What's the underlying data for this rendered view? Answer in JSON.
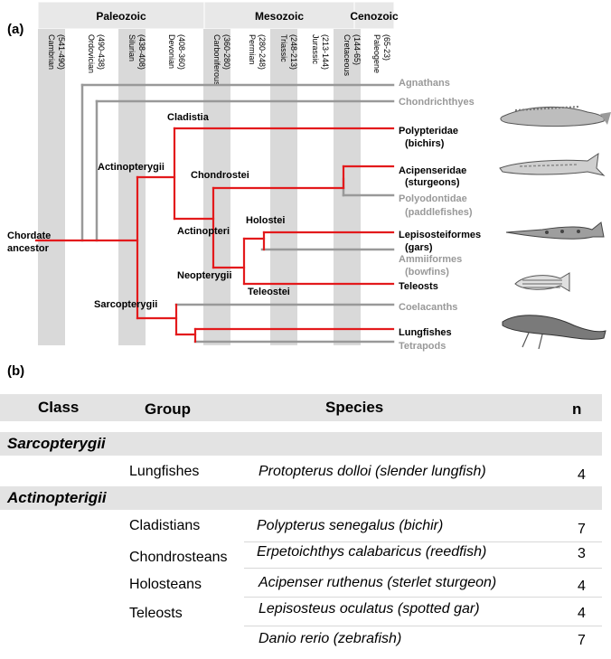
{
  "panel_a_label": "(a)",
  "panel_b_label": "(b)",
  "eras": [
    "Paleozoic",
    "Mesozoic",
    "Cenozoic"
  ],
  "periods": [
    {
      "name": "Cambrian",
      "range": "(541-490)"
    },
    {
      "name": "Ordovician",
      "range": "(490-438)"
    },
    {
      "name": "Silurian",
      "range": "(438-408)"
    },
    {
      "name": "Devonian",
      "range": "(408-360)"
    },
    {
      "name": "Carboniferous",
      "range": "(360-280)"
    },
    {
      "name": "Permian",
      "range": "(280-248)"
    },
    {
      "name": "Triassic",
      "range": "(248-213)"
    },
    {
      "name": "Jurassic",
      "range": "(213-144)"
    },
    {
      "name": "Cretaceous",
      "range": "(144-65)"
    },
    {
      "name": "Paleogene",
      "range": "(65-23)"
    }
  ],
  "root_label": "Chordate ancestor",
  "node_labels": {
    "cladistia": "Cladistia",
    "actinopterygii": "Actinopterygii",
    "chondrostei": "Chondrostei",
    "actinopteri": "Actinopteri",
    "holostei": "Holostei",
    "neopterygii": "Neopterygii",
    "teleostei": "Teleostei",
    "sarcopterygii": "Sarcopterygii"
  },
  "taxa": [
    {
      "key": "agnathans",
      "label": "Agnathans",
      "highlight": false
    },
    {
      "key": "chondrichthyes",
      "label": "Chondrichthyes",
      "highlight": false
    },
    {
      "key": "polypteridae",
      "label": "Polypteridae",
      "sub": "(bichirs)",
      "highlight": true
    },
    {
      "key": "acipenseridae",
      "label": "Acipenseridae",
      "sub": "(sturgeons)",
      "highlight": true
    },
    {
      "key": "polyodontidae",
      "label": "Polyodontidae",
      "sub": "(paddlefishes)",
      "highlight": false
    },
    {
      "key": "lepisosteiformes",
      "label": "Lepisosteiformes",
      "sub": "(gars)",
      "highlight": true
    },
    {
      "key": "ammiiformes",
      "label": "Ammiiformes",
      "sub": "(bowfins)",
      "highlight": false
    },
    {
      "key": "teleosts",
      "label": "Teleosts",
      "highlight": true
    },
    {
      "key": "coelacanths",
      "label": "Coelacanths",
      "highlight": false
    },
    {
      "key": "lungfishes",
      "label": "Lungfishes",
      "highlight": true
    },
    {
      "key": "tetrapods",
      "label": "Tetrapods",
      "highlight": false
    }
  ],
  "colors": {
    "highlight": "#e31a1c",
    "gray": "#999999",
    "band": "#d9d9d9",
    "header": "#e8e8e8"
  },
  "table": {
    "headers": {
      "class": "Class",
      "group": "Group",
      "species": "Species",
      "n": "n"
    },
    "sarco_class": "Sarcopterygii",
    "actino_class": "Actinopterigii",
    "rows": [
      {
        "group": "Lungfishes",
        "species": "Protopterus dolloi (slender lungfish)",
        "n": "4"
      },
      {
        "group": "Cladistians",
        "species": "Polypterus senegalus (bichir)",
        "n": "7"
      },
      {
        "group": "",
        "species": "Erpetoichthys calabaricus (reedfish)",
        "n": "3"
      },
      {
        "group": "Chondrosteans",
        "species": "Acipenser ruthenus (sterlet sturgeon)",
        "n": "4"
      },
      {
        "group": "Holosteans",
        "species": "Lepisosteus oculatus (spotted gar)",
        "n": "4"
      },
      {
        "group": "Teleosts",
        "species": "Danio rerio (zebrafish)",
        "n": "7"
      }
    ]
  }
}
